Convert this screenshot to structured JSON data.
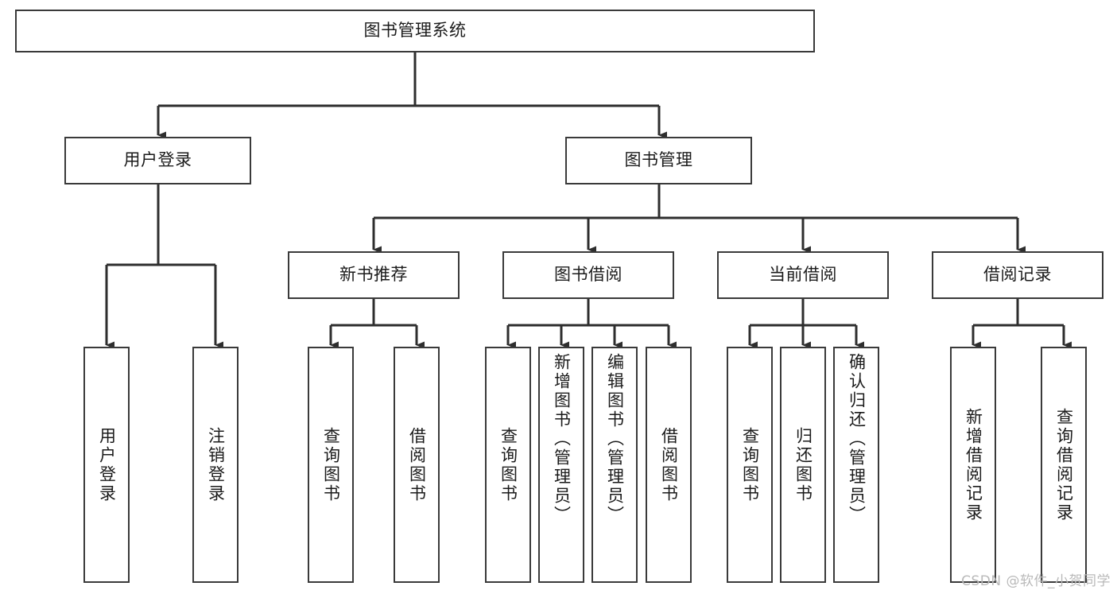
{
  "diagram": {
    "type": "tree-hierarchy",
    "title": "图书管理系统",
    "root": {
      "label": "图书管理系统"
    },
    "level2": [
      {
        "label": "用户登录"
      },
      {
        "label": "图书管理"
      }
    ],
    "level3": [
      {
        "label": "新书推荐"
      },
      {
        "label": "图书借阅"
      },
      {
        "label": "当前借阅"
      },
      {
        "label": "借阅记录"
      }
    ],
    "leaves": {
      "user_login": [
        {
          "label": "用户登录"
        },
        {
          "label": "注销登录"
        }
      ],
      "new_book_recommend": [
        {
          "label": "查询图书"
        },
        {
          "label": "借阅图书"
        }
      ],
      "book_borrow": [
        {
          "label": "查询图书"
        },
        {
          "label": "新增图书（管理员）"
        },
        {
          "label": "编辑图书（管理员）"
        },
        {
          "label": "借阅图书"
        }
      ],
      "current_borrow": [
        {
          "label": "查询图书"
        },
        {
          "label": "归还图书"
        },
        {
          "label": "确认归还（管理员）"
        }
      ],
      "borrow_record": [
        {
          "label": "新增借阅记录"
        },
        {
          "label": "查询借阅记录"
        }
      ]
    }
  },
  "watermark": {
    "text": "CSDN @软件_小贺同学"
  },
  "colors": {
    "box_border": "#3a3a3a",
    "box_fill": "#ffffff",
    "line": "#2e2e2e",
    "text": "#1b1b1b",
    "watermark": "#b9b9b9"
  }
}
